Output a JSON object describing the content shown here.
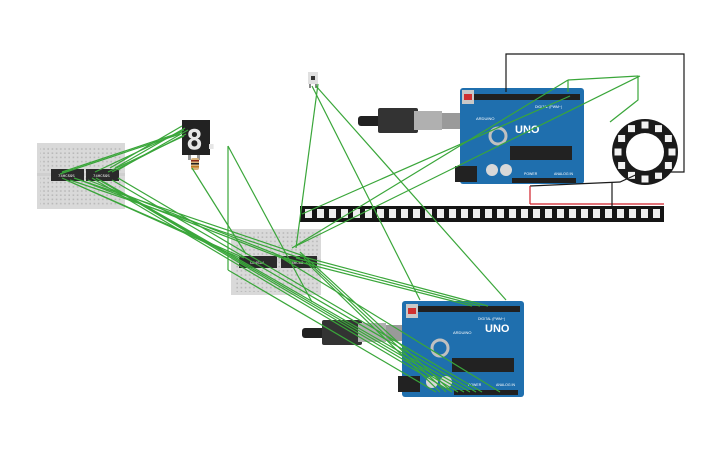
{
  "canvas": {
    "background": "#ffffff",
    "wire_color": "#3aa63a",
    "wire_black": "#1a1a1a",
    "wire_red": "#d0202a"
  },
  "breadboard_left": {
    "chips": [
      {
        "label": "74HC595"
      },
      {
        "label": "74HC595"
      }
    ]
  },
  "breadboard_mid": {
    "chips": [
      {
        "label": "CD4511"
      },
      {
        "label": "74HC08"
      }
    ]
  },
  "seven_segment": {
    "digit": "8.",
    "color": "#e6e6e6"
  },
  "arduino_top": {
    "model": "UNO",
    "brand": "ARDUINO",
    "header_digital": "DIGITAL (PWM~)",
    "header_power": "POWER",
    "header_analog": "ANALOG IN",
    "board_color": "#1f6fae"
  },
  "arduino_bottom": {
    "model": "UNO",
    "brand": "ARDUINO",
    "header_digital": "DIGITAL (PWM~)",
    "header_power": "POWER",
    "header_analog": "ANALOG IN",
    "board_color": "#1f6fae"
  },
  "neopixel_ring": {
    "pixel_count": 12
  },
  "led_strip": {
    "pixel_count": 30
  }
}
